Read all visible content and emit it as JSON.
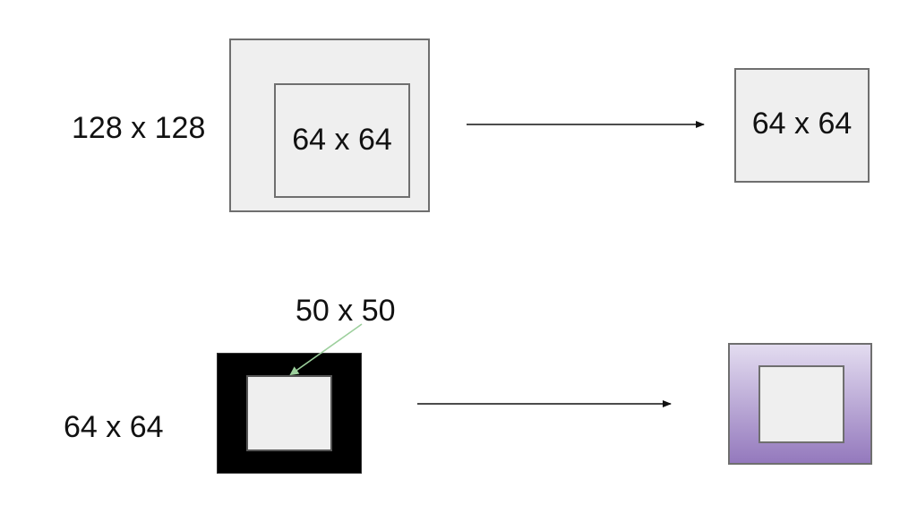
{
  "top_row": {
    "input_label": "128 x 128",
    "crop_label": "64 x 64",
    "output_label": "64 x 64"
  },
  "bottom_row": {
    "input_label": "64 x 64",
    "inner_label": "50 x 50"
  },
  "colors": {
    "box_fill": "#efefef",
    "box_border": "#6f6f6f",
    "mask_fill": "#000000",
    "purple_top": "#e3dcf0",
    "purple_bottom": "#9479bd",
    "pointer_arrow": "#9ccf9c",
    "arrow": "#111111"
  }
}
